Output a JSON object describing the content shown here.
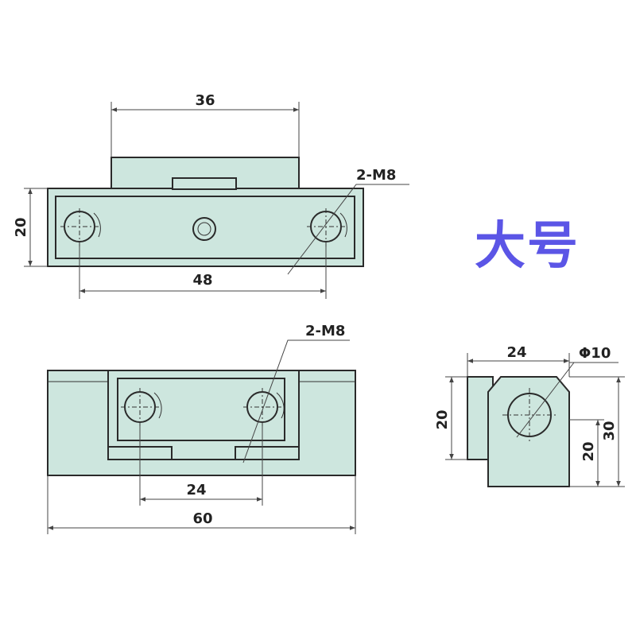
{
  "size_label": "大号",
  "top_view": {
    "dim_top_width": "36",
    "dim_height": "20",
    "dim_hole_spacing": "48",
    "thread_callout": "2-M8"
  },
  "front_view": {
    "thread_callout": "2-M8",
    "dim_hole_spacing": "24",
    "dim_overall_width": "60"
  },
  "side_view": {
    "dim_width": "24",
    "dim_diameter": "Φ10",
    "dim_left_height": "20",
    "dim_right_height": "20",
    "dim_overall_height": "30"
  },
  "colors": {
    "part_fill": "#cde6de",
    "outline": "#2a2a2a",
    "label_color": "#5b55e6"
  }
}
